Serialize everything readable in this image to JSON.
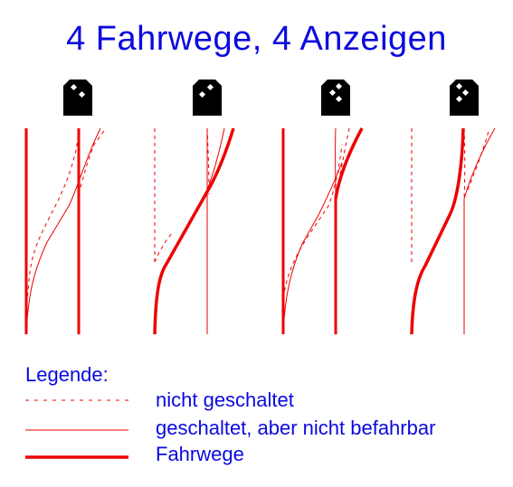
{
  "title": "4 Fahrwege, 4 Anzeigen",
  "colors": {
    "text": "#0a0adf",
    "track": "#ee0000",
    "signal": "#000000",
    "background": "#ffffff"
  },
  "legend": {
    "heading": "Legende:",
    "items": [
      {
        "label": "nicht geschaltet",
        "style": "dashed-thin"
      },
      {
        "label": "geschaltet, aber nicht befahrbar",
        "style": "solid-thin"
      },
      {
        "label": "Fahrwege",
        "style": "solid-thick"
      }
    ]
  }
}
